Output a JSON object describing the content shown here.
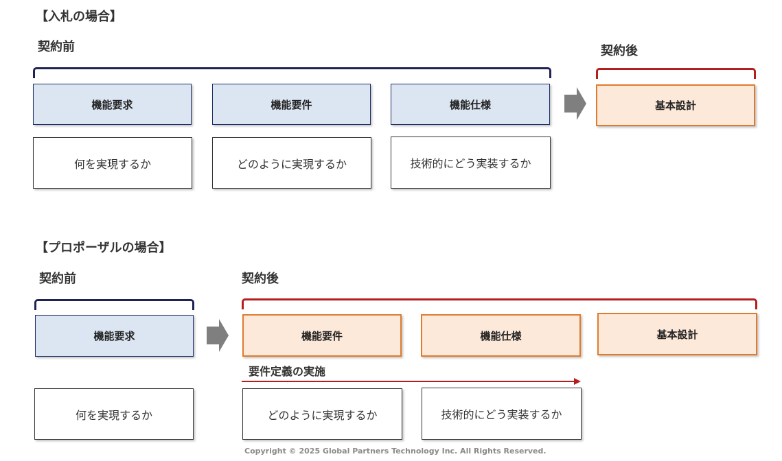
{
  "bidding": {
    "title": "【入札の場合】",
    "before_label": "契約前",
    "after_label": "契約後",
    "boxes": [
      "機能要求",
      "機能要件",
      "機能仕様"
    ],
    "after_box": "基本設計",
    "descriptions": [
      "何を実現するか",
      "どのように実現するか",
      "技術的にどう実装するか"
    ]
  },
  "proposal": {
    "title": "【プロポーザルの場合】",
    "before_label": "契約前",
    "after_label": "契約後",
    "before_box": "機能要求",
    "after_boxes": [
      "機能要件",
      "機能仕様",
      "基本設計"
    ],
    "note": "要件定義の実施",
    "descriptions": [
      "何を実現するか",
      "どのように実現するか",
      "技術的にどう実装するか"
    ]
  },
  "colors": {
    "navy": "#1f2354",
    "red": "#b41e1e",
    "blue_fill": "#dce6f2",
    "orange_fill": "#fde9d9",
    "orange_border": "#e07b2e",
    "arrow_gray": "#7f7f7f"
  },
  "icons": {
    "flow_arrow": "right-arrow-icon"
  },
  "footer": "Copyright © 2025 Global Partners Technology Inc. All Rights Reserved."
}
